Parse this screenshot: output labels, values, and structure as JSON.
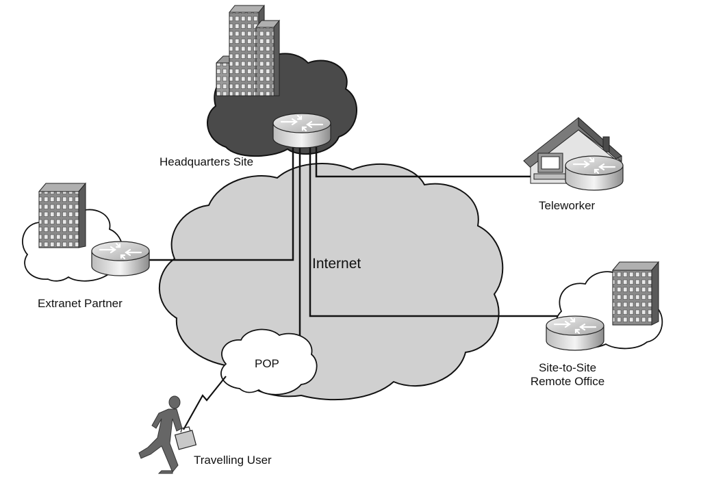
{
  "labels": {
    "headquarters": "Headquarters Site",
    "teleworker": "Teleworker",
    "extranet": "Extranet Partner",
    "internet": "Internet",
    "site_to_site_line1": "Site-to-Site",
    "site_to_site_line2": "Remote Office",
    "pop": "POP",
    "travelling_user": "Travelling User"
  },
  "colors": {
    "internet_cloud": "#d0d0d0",
    "hq_cloud": "#4a4a4a",
    "small_cloud": "#ffffff",
    "outline": "#111111",
    "building": "#8a8a8a",
    "building_dark": "#5a5a5a",
    "window": "#e8e8e8",
    "router_top": "#cfcfcf",
    "router_side": "#9a9a9a",
    "person": "#666666",
    "house_roof": "#7a7a7a",
    "house_wall": "#e4e4e4"
  },
  "icons": [
    "building-icon",
    "router-icon",
    "house-icon",
    "computer-icon",
    "person-icon",
    "briefcase-icon",
    "lightning-icon"
  ]
}
